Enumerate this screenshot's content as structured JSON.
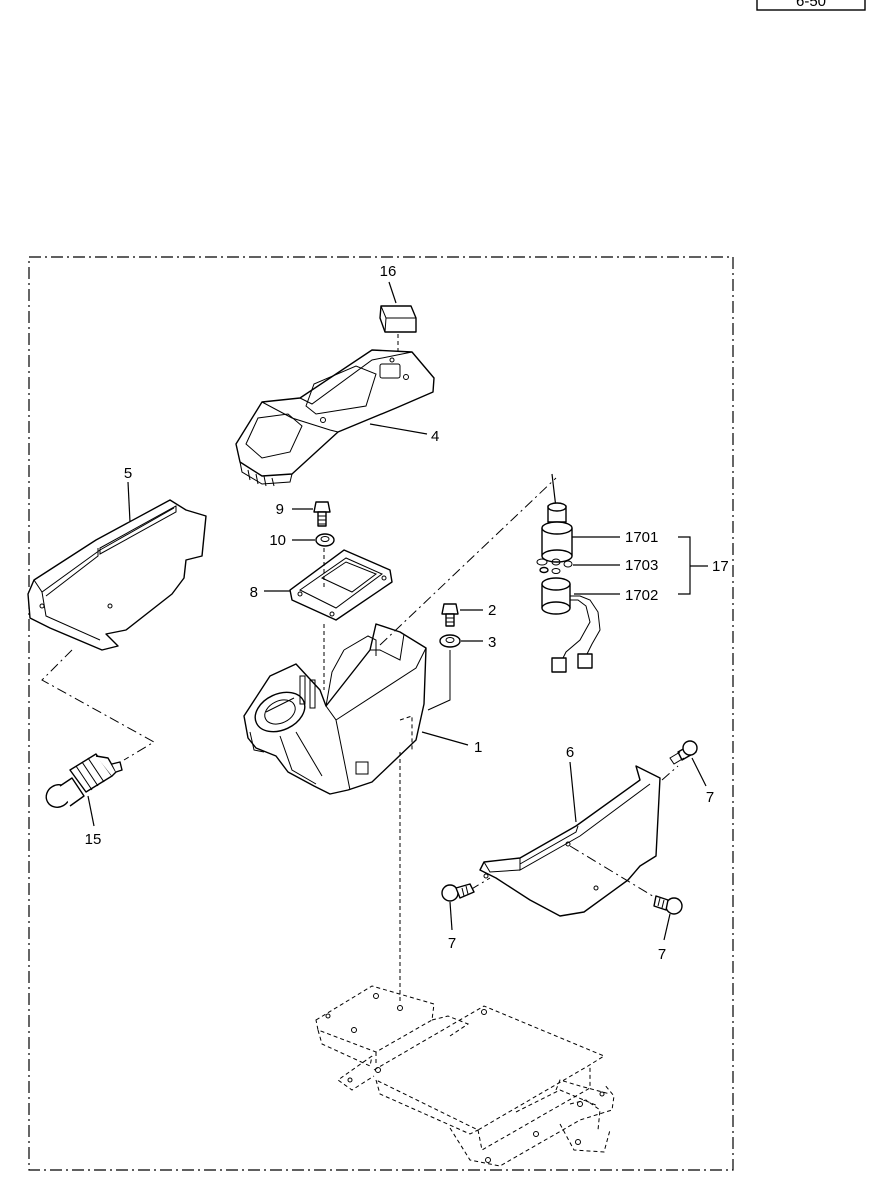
{
  "page_ref": "6-50",
  "callouts": {
    "c16": "16",
    "c4": "4",
    "c5": "5",
    "c9": "9",
    "c10": "10",
    "c8": "8",
    "c2": "2",
    "c3": "3",
    "c1": "1",
    "c1701": "1701",
    "c1703": "1703",
    "c1702": "1702",
    "c17": "17",
    "c6": "6",
    "c7a": "7",
    "c7b": "7",
    "c7c": "7",
    "c15": "15"
  }
}
